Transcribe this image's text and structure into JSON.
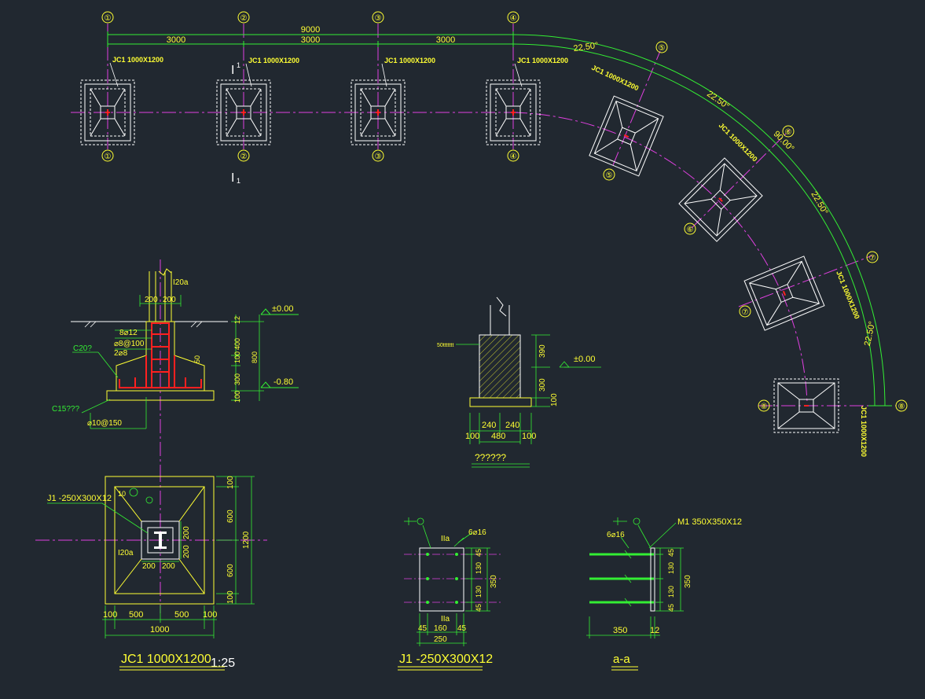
{
  "colors": {
    "background": "#212830",
    "axis_line": "#e040e0",
    "dimension": "#33ee33",
    "text": "#ffff33",
    "outline": "#ffffff",
    "rebar": "#ff2020",
    "concrete": "#ffff33"
  },
  "plan": {
    "straight_axes": [
      "①",
      "②",
      "③",
      "④"
    ],
    "arc_axes": [
      "⑤",
      "⑥",
      "⑦",
      "⑧"
    ],
    "overall_dim": "9000",
    "bay_dims": [
      "3000",
      "3000",
      "3000"
    ],
    "arc_angles": [
      "22.50°",
      "22.50°",
      "22.50°",
      "22.50°"
    ],
    "total_angle": "90.00°",
    "footing_label": "JC1  1000X1200",
    "section_mark_top": "I",
    "section_mark_bottom": "I",
    "section_mark_sub": "1"
  },
  "section": {
    "column": "I20a",
    "dims_top": [
      "200",
      "200"
    ],
    "rebar_labels": [
      "8⌀12",
      "⌀8@100",
      "2⌀8"
    ],
    "concrete_label": "C20?",
    "blinding_label": "C15???",
    "bottom_rebar": "⌀10@150",
    "level_top": "±0.00",
    "level_bottom": "-0.80",
    "vertical_dims": [
      "12",
      "400",
      "100",
      "300",
      "100"
    ],
    "total_height": "800",
    "side_note": "50"
  },
  "wall_detail": {
    "left_note": "50ttttttt",
    "dims_right": [
      "390",
      "300",
      "100"
    ],
    "level": "±0.00",
    "bottom_dims": [
      "240",
      "240"
    ],
    "total_dims": [
      "100",
      "480",
      "100"
    ],
    "title": "??????"
  },
  "footing_plan": {
    "plate_label": "J1 -250X300X12",
    "num_label": "10",
    "column": "I20a",
    "inner_dims": [
      "200",
      "200"
    ],
    "side_dims": [
      "200",
      "200"
    ],
    "right_dims": [
      "100",
      "600",
      "600",
      "100"
    ],
    "right_total": "1200",
    "bottom_dims": [
      "100",
      "500",
      "500",
      "100"
    ],
    "bottom_total": "1000",
    "title": "JC1   1000X1200",
    "scale": "1:25"
  },
  "plate_detail": {
    "section_mark": "IIa",
    "bolt_label": "6⌀16",
    "right_dims": [
      "45",
      "130",
      "130",
      "45"
    ],
    "right_total": "350",
    "bottom_dims": [
      "45",
      "160",
      "45"
    ],
    "bottom_total": "250",
    "title": "J1 -250X300X12"
  },
  "anchor_detail": {
    "plate_label": "M1  350X350X12",
    "bolt_label": "6⌀16",
    "right_dims": [
      "45",
      "130",
      "130",
      "45"
    ],
    "right_total": "350",
    "bottom_dims": [
      "350",
      "12"
    ],
    "title": "a-a"
  }
}
